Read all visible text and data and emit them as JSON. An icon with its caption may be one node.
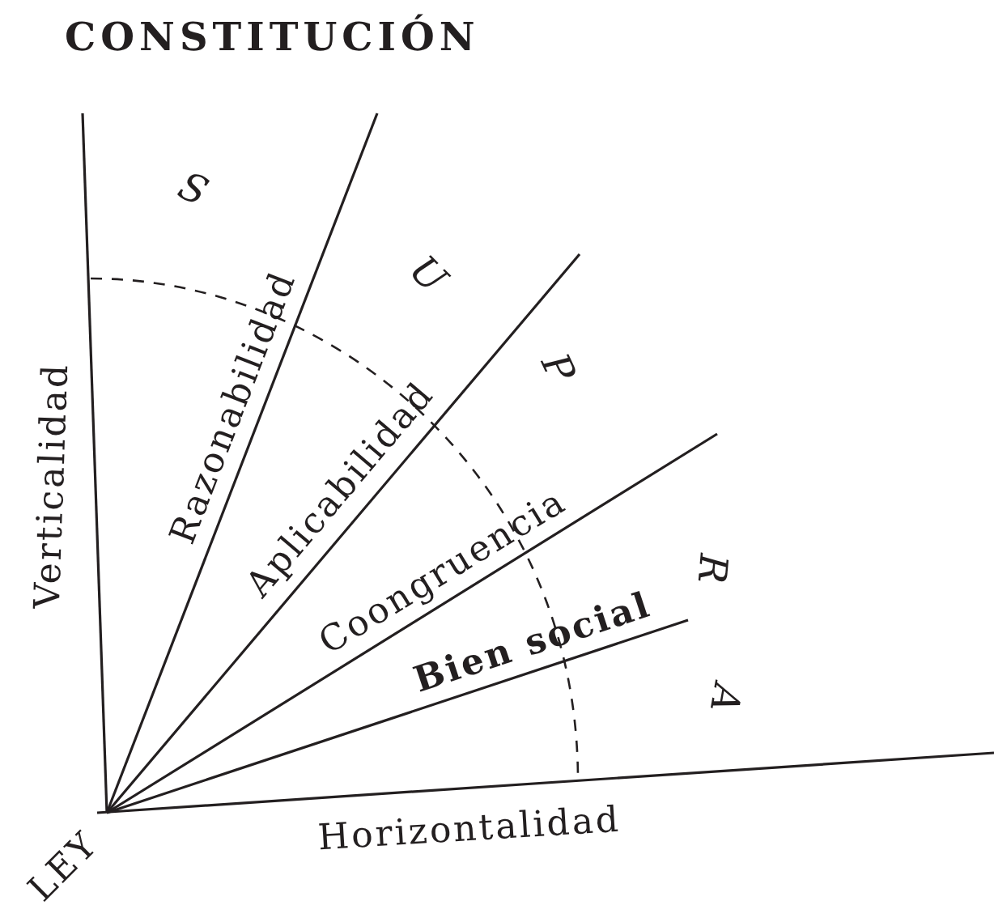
{
  "diagram": {
    "title": "CONSTITUCIÓN",
    "labels": [
      "S",
      "Razonabilidad",
      "U",
      "Verticalidad",
      "Aplicabilidad",
      "P",
      "Coongruencia",
      "R",
      "Bien social",
      "A",
      "LEY",
      "Horizontalidad"
    ]
  }
}
